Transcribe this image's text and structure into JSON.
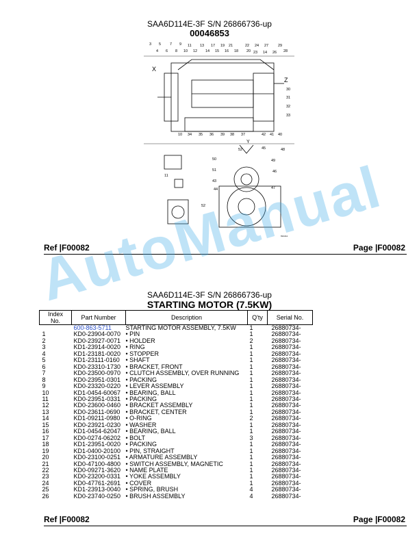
{
  "header": {
    "model": "SAA6D114E-3F S/N 26866736-up",
    "code": "00046853"
  },
  "diagram": {
    "callouts": [
      "3",
      "5",
      "7",
      "9",
      "11",
      "13",
      "17",
      "19",
      "21",
      "22",
      "24",
      "27",
      "29",
      "4",
      "6",
      "8",
      "10",
      "12",
      "14",
      "15",
      "16",
      "18",
      "20",
      "23",
      "14",
      "26",
      "28",
      "30",
      "31",
      "32",
      "33",
      "10",
      "34",
      "35",
      "36",
      "39",
      "38",
      "37",
      "42",
      "41",
      "40",
      "52",
      "45",
      "48",
      "50",
      "49",
      "51",
      "46",
      "43",
      "44",
      "47",
      "11",
      "52"
    ],
    "view_x": "X",
    "view_z": "Z",
    "view_y": "Y",
    "fig_code": "6944A1"
  },
  "footer1": {
    "ref": "Ref   |F00082",
    "page": "Page   |F00082"
  },
  "section": {
    "model": "SAA6D114E-3F S/N 26866736-up",
    "title": "STARTING MOTOR (7.5KW)"
  },
  "table": {
    "headers": [
      "Index No.",
      "Part Number",
      "Description",
      "Q'ty",
      "Serial No."
    ],
    "rows": [
      [
        "",
        "600-863-5711",
        "STARTING MOTOR ASSEMBLY, 7.5KW",
        "1",
        "26880734-"
      ],
      [
        "1",
        "KD0-23904-0070",
        "• PIN",
        "1",
        "26880734-"
      ],
      [
        "2",
        "KD0-23927-0071",
        "• HOLDER",
        "2",
        "26880734-"
      ],
      [
        "3",
        "KD1-23914-0020",
        "• RING",
        "1",
        "26880734-"
      ],
      [
        "4",
        "KD1-23181-0020",
        "• STOPPER",
        "1",
        "26880734-"
      ],
      [
        "5",
        "KD1-23111-0160",
        "• SHAFT",
        "1",
        "26880734-"
      ],
      [
        "6",
        "KD0-23310-1730",
        "• BRACKET, FRONT",
        "1",
        "26880734-"
      ],
      [
        "7",
        "KD0-23500-0970",
        "• CLUTCH ASSEMBLY, OVER RUNNING",
        "1",
        "26880734-"
      ],
      [
        "8",
        "KD0-23951-0301",
        "• PACKING",
        "1",
        "26880734-"
      ],
      [
        "9",
        "KD0-23320-0220",
        "• LEVER ASSEMBLY",
        "1",
        "26880734-"
      ],
      [
        "10",
        "KD1-0454-60067",
        "• BEARING, BALL",
        "1",
        "26880734-"
      ],
      [
        "11",
        "KD0-23951-0331",
        "• PACKING",
        "1",
        "26880734-"
      ],
      [
        "12",
        "KD0-23600-0460",
        "• BRACKET ASSEMBLY",
        "1",
        "26880734-"
      ],
      [
        "13",
        "KD0-23611-0690",
        "• BRACKET, CENTER",
        "1",
        "26880734-"
      ],
      [
        "14",
        "KD1-09211-0980",
        "• O-RING",
        "2",
        "26880734-"
      ],
      [
        "15",
        "KD0-23921-0230",
        "• WASHER",
        "1",
        "26880734-"
      ],
      [
        "16",
        "KD1-0454-62047",
        "• BEARING, BALL",
        "1",
        "26880734-"
      ],
      [
        "17",
        "KD0-0274-06202",
        "• BOLT",
        "3",
        "26880734-"
      ],
      [
        "18",
        "KD1-23951-0020",
        "• PACKING",
        "1",
        "26880734-"
      ],
      [
        "19",
        "KD1-0400-20100",
        "• PIN, STRAIGHT",
        "1",
        "26880734-"
      ],
      [
        "20",
        "KD0-23100-0251",
        "• ARMATURE ASSEMBLY",
        "1",
        "26880734-"
      ],
      [
        "21",
        "KD0-47100-4800",
        "• SWITCH ASSEMBLY, MAGNETIC",
        "1",
        "26880734-"
      ],
      [
        "22",
        "KD0-09271-3620",
        "• NAME PLATE",
        "1",
        "26880734-"
      ],
      [
        "23",
        "KD0-23200-0331",
        "• YOKE ASSEMBLY",
        "1",
        "26880734-"
      ],
      [
        "24",
        "KD0-47761-2691",
        "• COVER",
        "1",
        "26880734-"
      ],
      [
        "25",
        "KD1-23913-0040",
        "• SPRING, BRUSH",
        "4",
        "26880734-"
      ],
      [
        "26",
        "KD0-23740-0250",
        "• BRUSH ASSEMBLY",
        "4",
        "26880734-"
      ]
    ]
  },
  "footer2": {
    "ref": "Ref   |F00082",
    "page": "Page   |F00082"
  },
  "watermark": "AutoManual"
}
